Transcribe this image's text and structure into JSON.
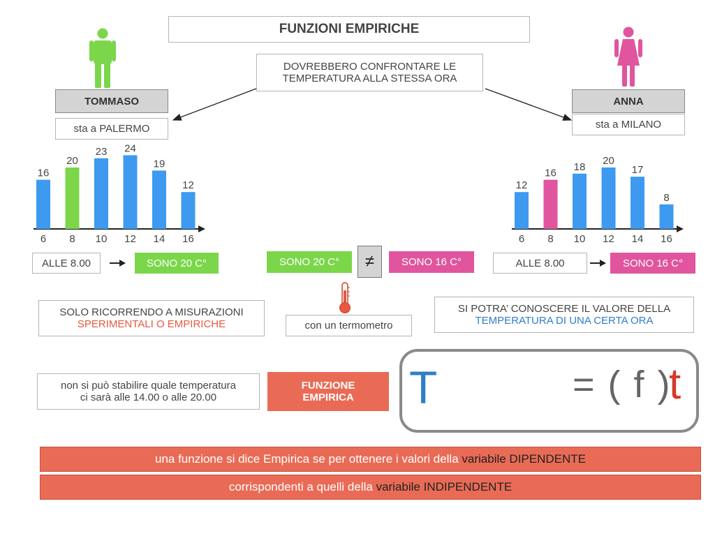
{
  "title": "FUNZIONI EMPIRICHE",
  "note": {
    "line1": "DOVREBBERO CONFRONTARE LE",
    "line2": "TEMPERATURA ALLA STESSA ORA"
  },
  "left_person": {
    "name": "TOMMASO",
    "location": "sta a PALERMO",
    "time_label": "ALLE 8.00",
    "result": "SONO 20 C°",
    "color": "#7bd64a"
  },
  "right_person": {
    "name": "ANNA",
    "location": "sta a MILANO",
    "time_label": "ALLE 8.00",
    "result": "SONO 16 C°",
    "color": "#e0559e"
  },
  "compare": {
    "left": "SONO 20 C°",
    "right": "SONO 16 C°",
    "symbol": "≠"
  },
  "thermometer_caption": "con un termometro",
  "measure_box": {
    "line1": "SOLO RICORRENDO A MISURAZIONI",
    "line2": "SPERIMENTALI O EMPIRICHE"
  },
  "knowledge_box": {
    "line1": "SI POTRA’ CONOSCERE IL VALORE DELLA",
    "line2": "TEMPERATURA DI UNA CERTA ORA"
  },
  "prediction_box": {
    "line1": "non si può stabilire quale temperatura",
    "line2": "ci sarà alle 14.00 o alle 20.00"
  },
  "function_box": {
    "line1": "FUNZIONE",
    "line2": "EMPIRICA"
  },
  "formula": {
    "T": "T",
    "rest": "= ( f )",
    "t": "t"
  },
  "banner1": {
    "part1": "una funzione si dice Empirica se per ottenere i valori della ",
    "part2": "variabile DIPENDENTE"
  },
  "banner2": {
    "part1": "corrispondenti a quelli della ",
    "part2": "variabile INDIPENDENTE"
  },
  "colors": {
    "bar_blue": "#3d9af0",
    "green": "#7bd64a",
    "pink": "#e0559e",
    "orange": "#e96b56",
    "red": "#e8593f",
    "blue": "#2e7ec7"
  },
  "chart_data": [
    {
      "type": "bar",
      "categories": [
        "6",
        "8",
        "10",
        "12",
        "14",
        "16"
      ],
      "values": [
        16,
        20,
        23,
        24,
        19,
        12
      ],
      "highlight_index": 1,
      "highlight_color": "#7bd64a"
    },
    {
      "type": "bar",
      "categories": [
        "6",
        "8",
        "10",
        "12",
        "14",
        "16"
      ],
      "values": [
        12,
        16,
        18,
        20,
        17,
        8
      ],
      "highlight_index": 1,
      "highlight_color": "#e0559e"
    }
  ]
}
